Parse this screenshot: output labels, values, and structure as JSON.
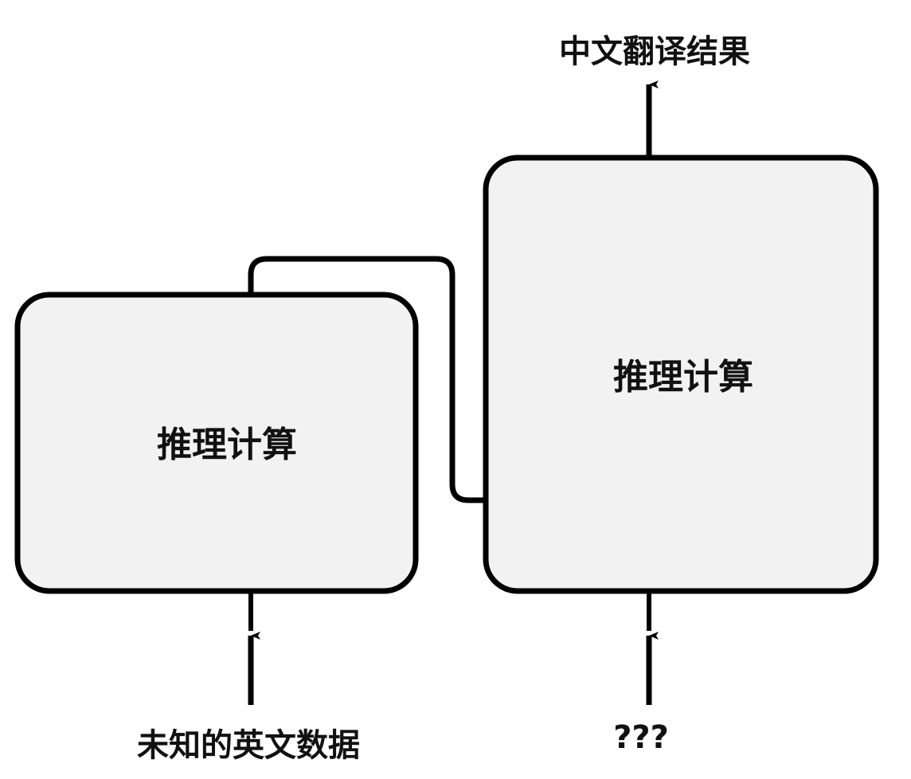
{
  "left_box": {
    "label": "推理计算"
  },
  "right_box": {
    "label": "推理计算"
  },
  "input_left": "未知的英文数据",
  "input_right": "???",
  "output_top": "中文翻译结果",
  "colors": {
    "box_fill": "#f2f2f2",
    "stroke": "#000000"
  }
}
